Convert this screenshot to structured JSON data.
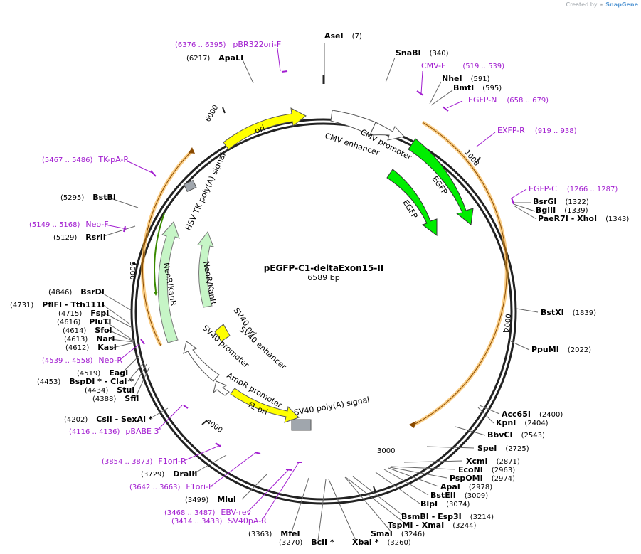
{
  "credit": {
    "prefix": "Created by",
    "brand": "SnapGene"
  },
  "plasmid": {
    "name": "pEGFP-C1-deltaExon15-II",
    "length_label": "6589 bp",
    "length": 6589
  },
  "ticks": [
    "1000",
    "2000",
    "3000",
    "4000",
    "5000",
    "6000"
  ],
  "sites": [
    {
      "name": "AseI",
      "pos": "(7)"
    },
    {
      "name": "SnaBI",
      "pos": "(340)"
    },
    {
      "name": "NheI",
      "pos": "(591)"
    },
    {
      "name": "BmtI",
      "pos": "(595)"
    },
    {
      "name": "BsrGI",
      "pos": "(1322)"
    },
    {
      "name": "BglII",
      "pos": "(1339)"
    },
    {
      "name": "PaeR7I - XhoI",
      "pos": "(1343)"
    },
    {
      "name": "BstXI",
      "pos": "(1839)"
    },
    {
      "name": "PpuMI",
      "pos": "(2022)"
    },
    {
      "name": "Acc65I",
      "pos": "(2400)"
    },
    {
      "name": "KpnI",
      "pos": "(2404)"
    },
    {
      "name": "BbvCI",
      "pos": "(2543)"
    },
    {
      "name": "SpeI",
      "pos": "(2725)"
    },
    {
      "name": "XcmI",
      "pos": "(2871)"
    },
    {
      "name": "EcoNI",
      "pos": "(2963)"
    },
    {
      "name": "PspOMI",
      "pos": "(2974)"
    },
    {
      "name": "ApaI",
      "pos": "(2978)"
    },
    {
      "name": "BstEII",
      "pos": "(3009)"
    },
    {
      "name": "BlpI",
      "pos": "(3074)"
    },
    {
      "name": "BsmBI - Esp3I",
      "pos": "(3214)"
    },
    {
      "name": "TspMI - XmaI",
      "pos": "(3244)"
    },
    {
      "name": "SmaI",
      "pos": "(3246)"
    },
    {
      "name": "XbaI *",
      "pos": "(3260)"
    },
    {
      "name": "BclI *",
      "pos": "(3270)"
    },
    {
      "name": "MfeI",
      "pos": "(3363)"
    },
    {
      "name": "MluI",
      "pos": "(3499)"
    },
    {
      "name": "DraIII",
      "pos": "(3729)"
    },
    {
      "name": "CsiI - SexAI *",
      "pos": "(4202)"
    },
    {
      "name": "SfiI",
      "pos": "(4388)"
    },
    {
      "name": "StuI",
      "pos": "(4434)"
    },
    {
      "name": "BspDI * - ClaI *",
      "pos": "(4453)"
    },
    {
      "name": "EagI",
      "pos": "(4519)"
    },
    {
      "name": "KasI",
      "pos": "(4612)"
    },
    {
      "name": "NarI",
      "pos": "(4613)"
    },
    {
      "name": "SfoI",
      "pos": "(4614)"
    },
    {
      "name": "PluTI",
      "pos": "(4616)"
    },
    {
      "name": "FspI",
      "pos": "(4715)"
    },
    {
      "name": "PflFI - Tth111I",
      "pos": "(4731)"
    },
    {
      "name": "BsrDI",
      "pos": "(4846)"
    },
    {
      "name": "RsrII",
      "pos": "(5129)"
    },
    {
      "name": "BstBI",
      "pos": "(5295)"
    },
    {
      "name": "ApaLI",
      "pos": "(6217)"
    }
  ],
  "primers": [
    {
      "name": "pBR322ori-F",
      "pos": "(6376 .. 6395)"
    },
    {
      "name": "CMV-F",
      "pos": "(519 .. 539)"
    },
    {
      "name": "EGFP-N",
      "pos": "(658 .. 679)"
    },
    {
      "name": "EXFP-R",
      "pos": "(919 .. 938)"
    },
    {
      "name": "EGFP-C",
      "pos": "(1266 .. 1287)"
    },
    {
      "name": "TK-pA-R",
      "pos": "(5467 .. 5486)"
    },
    {
      "name": "Neo-F",
      "pos": "(5149 .. 5168)"
    },
    {
      "name": "Neo-R",
      "pos": "(4539 .. 4558)"
    },
    {
      "name": "pBABE 3'",
      "pos": "(4116 .. 4136)"
    },
    {
      "name": "F1ori-R",
      "pos": "(3854 .. 3873)"
    },
    {
      "name": "F1ori-F",
      "pos": "(3642 .. 3663)"
    },
    {
      "name": "EBV-rev",
      "pos": "(3468 .. 3487)"
    },
    {
      "name": "SV40pA-R",
      "pos": "(3414 .. 3433)"
    }
  ],
  "features": {
    "ori": "ori",
    "cmv_enh": "CMV enhancer",
    "cmv_prom": "CMV promoter",
    "egfp1": "EGFP",
    "egfp2": "EGFP",
    "hsv": "HSV TK poly(A) signal",
    "neor1": "NeoR/KanR",
    "neor2": "NeoR/KanR",
    "sv40ori": "SV40 ori",
    "sv40enh": "SV40 enhancer",
    "sv40prom": "SV40 promoter",
    "ampr": "AmpR promoter",
    "f1ori": "f1 ori",
    "sv40pa": "SV40 poly(A) signal"
  },
  "colors": {
    "backbone": "#222222",
    "egfp": "#00ee00",
    "neor": "#c6f5c6",
    "ori_yellow": "#ffff00",
    "primer": "#a21ed0",
    "orf_orange": "#f5a623",
    "polyA_gray": "#a0a6ad"
  }
}
